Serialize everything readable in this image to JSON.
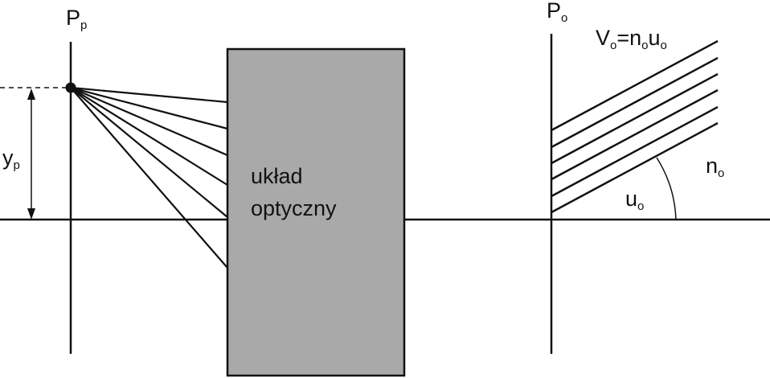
{
  "labels": {
    "plane_left": {
      "main": "P",
      "sub": "p"
    },
    "plane_right": {
      "main": "P",
      "sub": "o"
    },
    "height": {
      "main": "y",
      "sub": "p"
    },
    "box_line1": "układ",
    "box_line2": "optyczny",
    "angle": {
      "main": "u",
      "sub": "o"
    },
    "medium": {
      "main": "n",
      "sub": "o"
    },
    "formula": {
      "v": "V",
      "v_sub": "o",
      "eq": "=",
      "n": "n",
      "n_sub": "o",
      "u": "u",
      "u_sub": "o"
    }
  },
  "colors": {
    "ink": "#111111",
    "box_fill": "#a9a9a9",
    "background": "#ffffff"
  }
}
